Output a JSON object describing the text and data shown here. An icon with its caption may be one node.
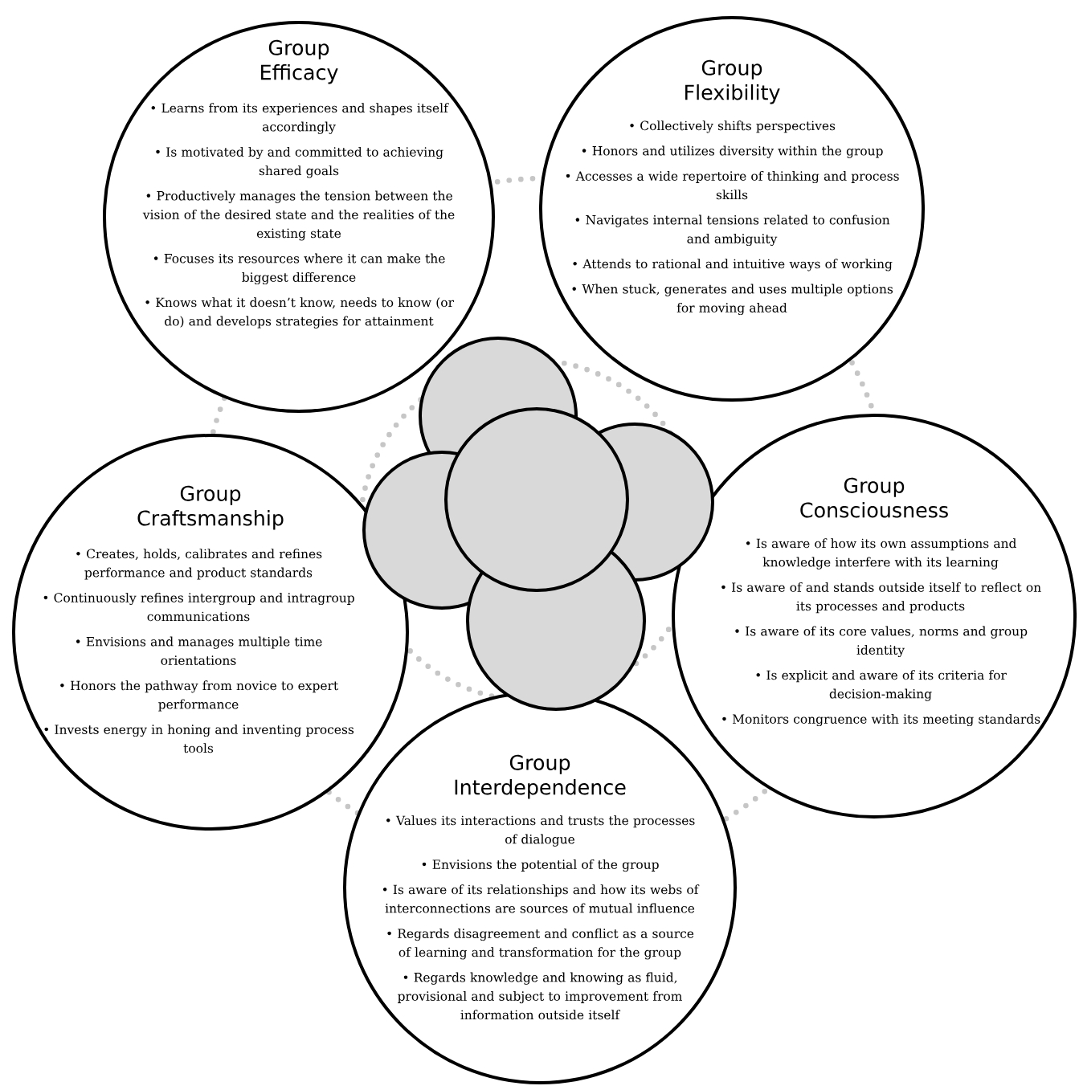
{
  "diagram": {
    "nodes": [
      {
        "text": [
          "Group Efficacy",
          "• Learns from its experiences and shapes itself accordingly",
          "• Is motivated by and committed to achieving shared goals",
          "• Productively manages the tension between the vision of the desired state and the realities of the existing state",
          "• Focuses its resources where it can make the biggest difference",
          "• Knows what it doesn’t know, needs to know (or do) and develops strategies for attainment"
        ]
      },
      {
        "text": [
          "Group Flexibility",
          "• Collectively shifts perspectives",
          "• Honors and utilizes diversity within the group",
          "• Accesses a wide repertoire of thinking and process skills",
          "• Navigates internal tensions related to confusion and ambiguity",
          "• Attends to rational and intuitive ways of working",
          "• When stuck, generates and uses multiple options for moving ahead"
        ]
      },
      {
        "text": [],
        "shape": "circle"
      },
      {
        "text": [],
        "shape": "circle"
      },
      {
        "text": [],
        "shape": "circle"
      },
      {
        "text": [],
        "shape": "circle"
      },
      {
        "text": [],
        "shape": "circle"
      },
      {
        "text": [
          "Group Craftsmanship",
          "• Creates, holds, calibrates and refines performance and product standards",
          "• Continuously refines intergroup and intragroup communications",
          "• Envisions and manages multiple time orientations",
          "• Honors the pathway from novice to expert performance",
          "• Invests energy in honing and inventing process tools"
        ]
      },
      {
        "text": [
          "Group Consciousness",
          "• Is aware of how its own assumptions and knowledge interfere with its learning",
          "• Is aware of and stands outside itself to reflect on its processes and products",
          "• Is aware of its core values, norms and group identity",
          "• Is explicit and aware of its criteria for decision-making",
          "• Monitors congruence with its meeting standards"
        ]
      },
      {
        "text": [
          "Group Interdependence",
          "• Values its interactions and trusts the processes of dialogue",
          "• Envisions the potential of the group",
          "• Is aware of its relationships and how its webs of interconnections are sources of mutual influence",
          "• Regards disagreement and conflict as a source of learning and transformation for the group",
          "• Regards knowledge and knowing as fluid, provisional and subject to improvement from information outside itself"
        ]
      }
    ]
  }
}
